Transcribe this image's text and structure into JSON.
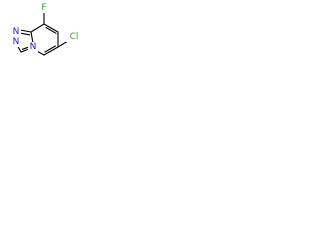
{
  "molecule": {
    "atoms": {
      "fluorine": {
        "symbol": "F",
        "color": "#2aa82a"
      },
      "chlorine": {
        "symbol": "Cl",
        "color": "#2aa82a"
      },
      "nitrogen_1": {
        "symbol": "N",
        "color": "#1a1acc"
      },
      "nitrogen_2": {
        "symbol": "N",
        "color": "#1a1acc"
      },
      "nitrogen_bridge": {
        "symbol": "N",
        "color": "#1a1acc"
      }
    }
  }
}
